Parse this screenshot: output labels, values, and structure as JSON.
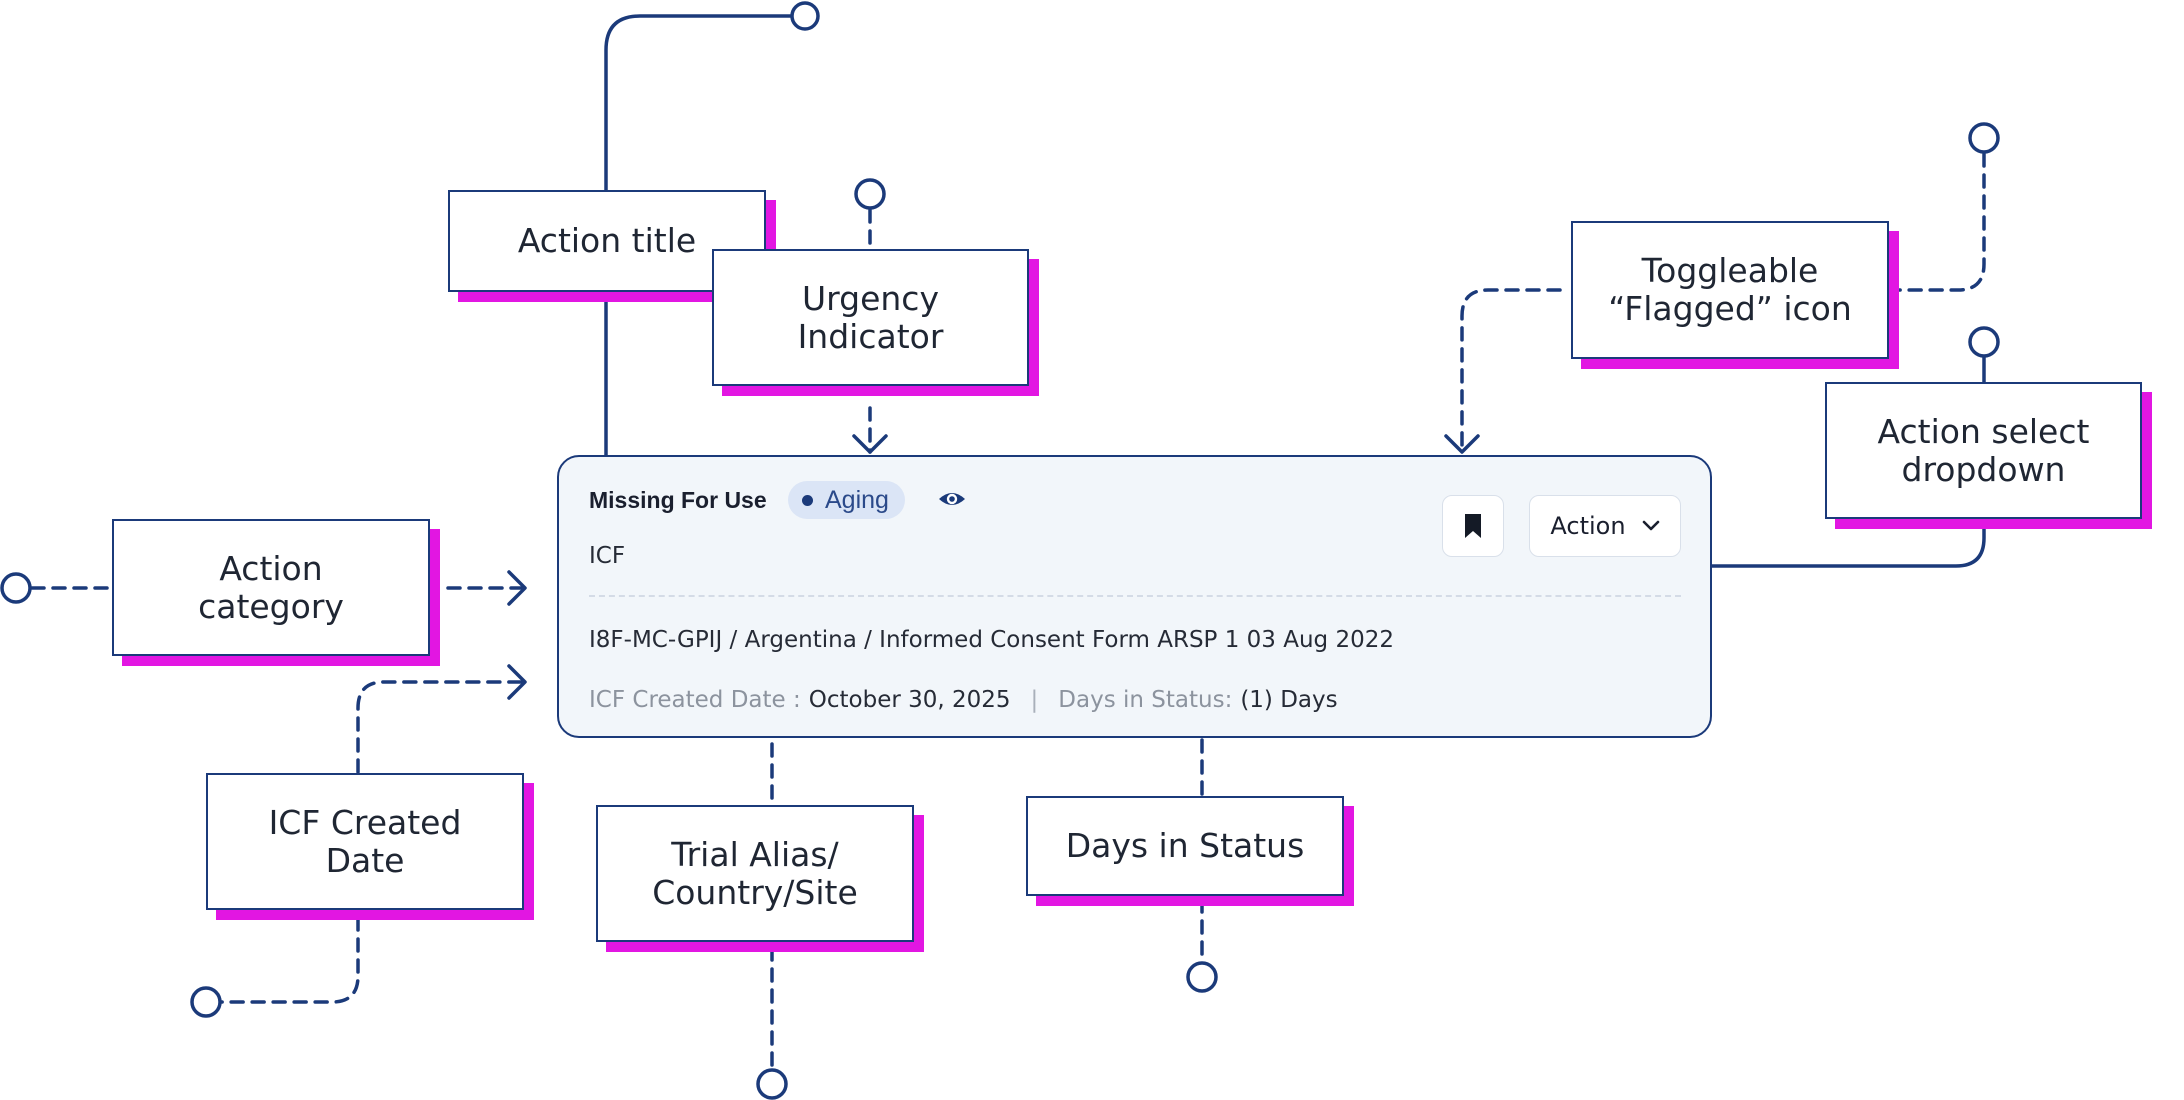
{
  "callouts": {
    "action_title": [
      "Action title"
    ],
    "urgency_indicator": [
      "Urgency",
      "Indicator"
    ],
    "flagged_icon": [
      "Toggleable",
      "“Flagged” icon"
    ],
    "action_select": [
      "Action select",
      "dropdown"
    ],
    "action_category": [
      "Action",
      "category"
    ],
    "icf_created_date": [
      "ICF Created",
      "Date"
    ],
    "trial_alias": [
      "Trial Alias/",
      "Country/Site"
    ],
    "days_in_status": [
      "Days in Status"
    ]
  },
  "card": {
    "title": "Missing For Use",
    "urgency_label": "Aging",
    "category": "ICF",
    "trial_path": "I8F-MC-GPIJ / Argentina / Informed Consent Form ARSP 1 03 Aug 2022",
    "created_label": "ICF Created Date :",
    "created_value": "October 30, 2025",
    "separator": "|",
    "days_label": "Days in Status:",
    "days_value": "(1) Days",
    "action_label": "Action"
  },
  "icons": {
    "urgency": "dot-icon",
    "view": "eye-icon",
    "flag": "bookmark-icon",
    "dropdown": "chevron-down-icon"
  },
  "colors": {
    "line": "#1b3a7a",
    "shadow": "#e216e2",
    "card_bg": "#f2f6fa",
    "chip_bg": "#dbe5f6"
  }
}
